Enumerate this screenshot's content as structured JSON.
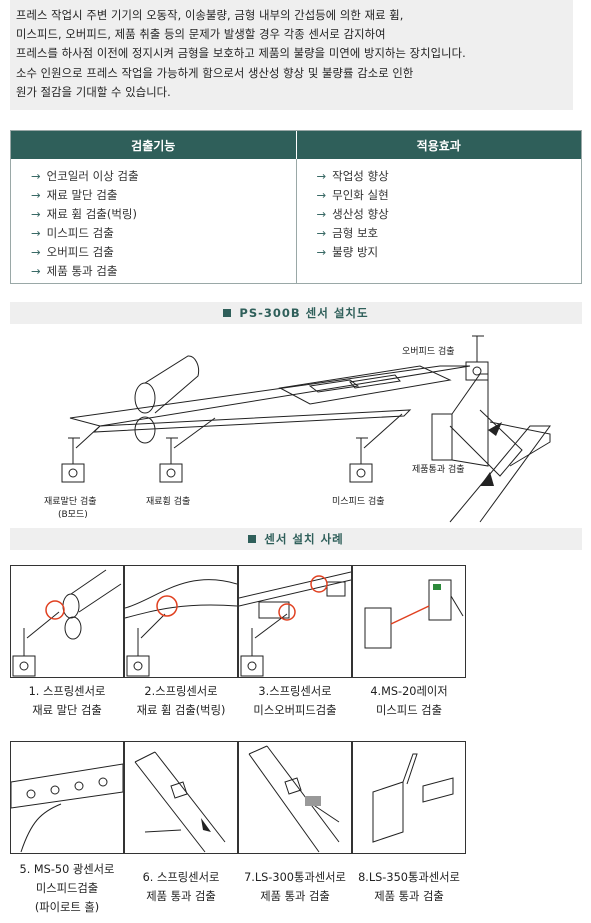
{
  "intro": {
    "lines": [
      "프레스 작업시 주변 기기의 오동작, 이송불량, 금형 내부의 간섭등에 의한 재료 휨,",
      "미스피드, 오버피드, 제품 취출 등의 문제가 발생할 경우 각종 센서로 감지하여",
      "프레스를 하사점 이전에 정지시켜 금형을 보호하고 제품의 불량을 미연에 방지하는 장치입니다.",
      "소수 인원으로 프레스 작업을 가능하게 함으로서 생산성 향상 및 불량률 감소로 인한",
      "원가 절감을 기대할 수 있습니다."
    ]
  },
  "table": {
    "col1_header": "검출기능",
    "col2_header": "적용효과",
    "arrow": "→",
    "col1_items": [
      "언코일러 이상 검출",
      "재료 말단 검출",
      "재료 휨 검출(벅링)",
      "미스피드 검출",
      "오버피드 검출",
      "제품 통과 검출"
    ],
    "col2_items": [
      "작업성 향상",
      "무인화 실현",
      "생산성 향상",
      "금형 보호",
      "불량 방지"
    ]
  },
  "section1": {
    "title": "PS-300B 센서 설치도"
  },
  "diagram": {
    "overfeed": "오버피드 검출",
    "product_pass": "제품통과 검출",
    "material_end": "재료말단 검출",
    "material_end_mode": "(B모드)",
    "material_bend": "재료휨 검출",
    "misfeed": "미스피드 검출"
  },
  "section2": {
    "title": "센서 설치 사례"
  },
  "examples": [
    {
      "line1": "1. 스프링센서로",
      "line2": "재료 말단 검출"
    },
    {
      "line1": "2.스프링센서로",
      "line2": "재료 휨 검출(벅링)"
    },
    {
      "line1": "3.스프링센서로",
      "line2": "미스오버피드검출"
    },
    {
      "line1": "4.MS-20레이저",
      "line2": "미스피드 검출"
    },
    {
      "line1": "5. MS-50 광센서로",
      "line2": "미스피드검출",
      "line3": "(파이로트 홀)"
    },
    {
      "line1": "6. 스프링센서로",
      "line2": "제품 통과 검출"
    },
    {
      "line1": "7.LS-300통과센서로",
      "line2": "제품 통과 검출"
    },
    {
      "line1": "8.LS-350통과센서로",
      "line2": "제품 통과 검출"
    }
  ]
}
